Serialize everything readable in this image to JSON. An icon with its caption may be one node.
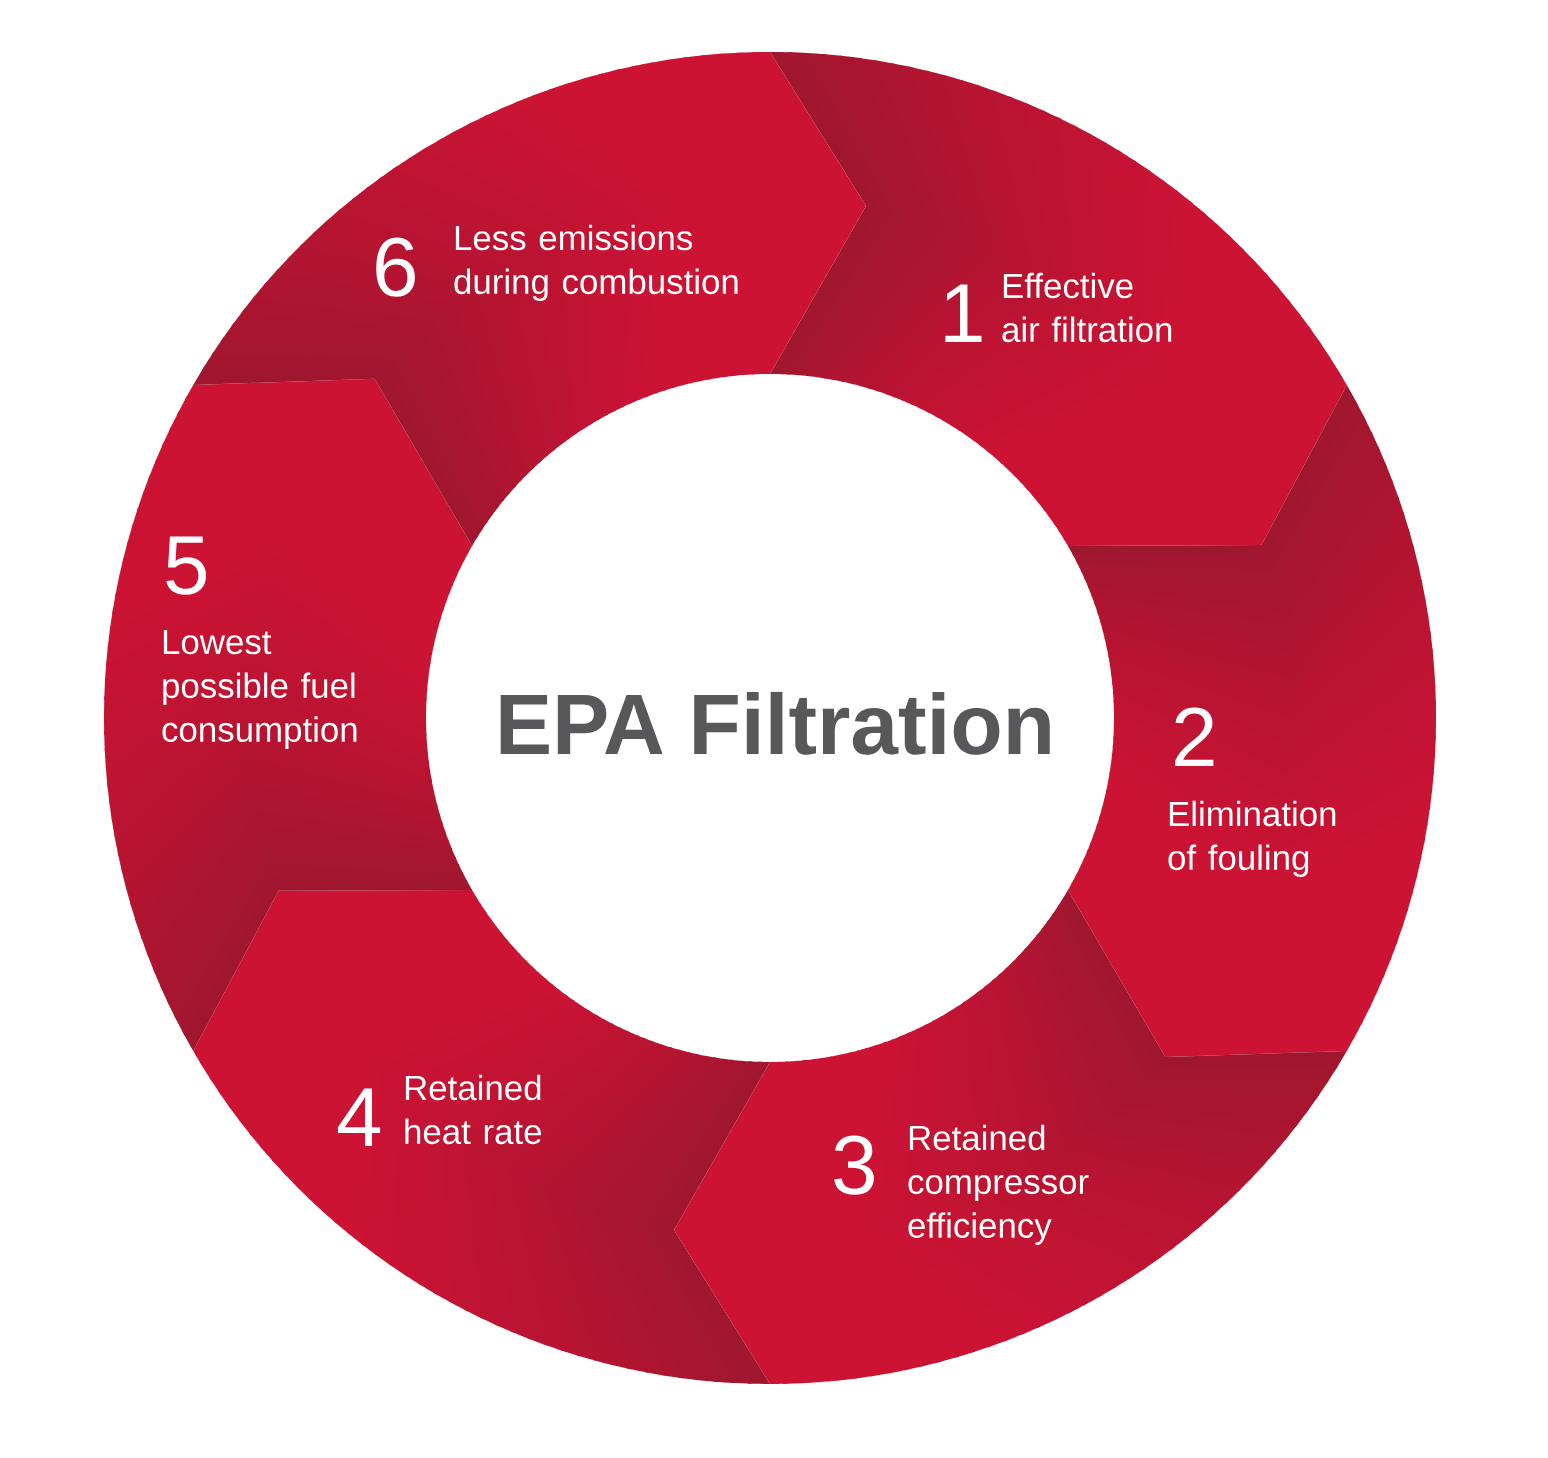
{
  "diagram": {
    "nodes": [
      {
        "text": [
          "EPA Filtration"
        ]
      },
      {
        "text": [
          "1",
          "Effective air filtration"
        ]
      },
      {
        "text": [
          "2",
          "Elimination of fouling"
        ]
      },
      {
        "text": [
          "3",
          "Retained compressor efficiency"
        ]
      },
      {
        "text": [
          "4",
          "Retained heat rate"
        ]
      },
      {
        "text": [
          "5",
          "Lowest possible fuel consumption"
        ]
      },
      {
        "text": [
          "6",
          "Less emissions during combustion"
        ]
      }
    ]
  }
}
